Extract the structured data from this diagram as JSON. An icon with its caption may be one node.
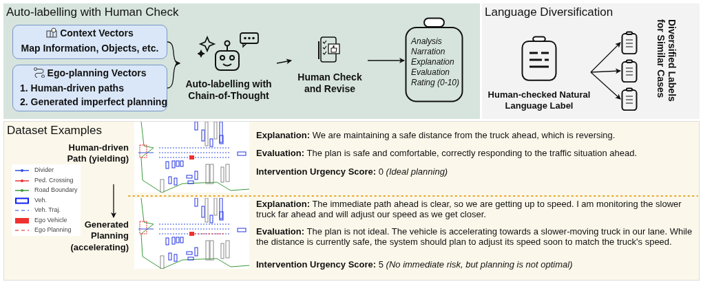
{
  "diagram": {
    "nodes": [
      {
        "text": [
          "Auto-labelling with Human Check"
        ]
      },
      {
        "text": [
          "Context Vectors",
          "Map Information, Objects, etc."
        ],
        "in": 0
      },
      {
        "text": [
          "Ego-planning Vectors",
          "1. Human-driven paths",
          "2. Generated imperfect planning"
        ],
        "in": 0
      },
      {
        "text": [
          "Auto-labelling with Chain-of-Thought"
        ],
        "in": 0
      },
      {
        "text": [
          "Human Check and Revise"
        ],
        "in": 0
      },
      {
        "text": [
          "Analysis",
          "Narration",
          "Explanation",
          "Evaluation",
          "Rating (0-10)"
        ],
        "in": 0
      },
      {
        "text": [
          "Language Diversification"
        ]
      },
      {
        "text": [
          "Human-checked Natural Language Label"
        ],
        "in": 6
      },
      {
        "text": [],
        "shape": "clipboard",
        "in": 6
      },
      {
        "text": [],
        "shape": "clipboard",
        "in": 6
      },
      {
        "text": [],
        "shape": "clipboard",
        "in": 6
      },
      {
        "text": [
          "Dataset Examples"
        ]
      },
      {
        "text": [
          "Human-driven Path (yielding)"
        ],
        "in": 11
      },
      {
        "text": [
          "Generated Planning (accelerating)"
        ],
        "in": 11
      }
    ],
    "edges": [
      {
        "from": 1,
        "to": 3,
        "arrow": "to"
      },
      {
        "from": 2,
        "to": 3,
        "arrow": "to"
      },
      {
        "from": 3,
        "to": 4,
        "arrow": "to"
      },
      {
        "from": 4,
        "to": 5,
        "arrow": "to"
      },
      {
        "from": 7,
        "to": 8,
        "arrow": "to"
      },
      {
        "from": 7,
        "to": 9,
        "arrow": "to"
      },
      {
        "from": 7,
        "to": 10,
        "arrow": "to"
      },
      {
        "from": 12,
        "to": 13,
        "arrow": "to"
      }
    ],
    "labels": [
      "Diversified Labels for Similar Cases",
      "**Explanation:** We are maintaining a safe distance from the truck ahead, which is reversing.",
      "**Evaluation:** The plan is safe and comfortable, correctly responding to the traffic situation ahead.",
      "**Intervention Urgency Score:** 0 *(Ideal planning)*",
      "**Explanation:** The immediate path ahead is clear, so we are getting up to speed. I am monitoring the slower truck far ahead and will adjust our speed as we get closer.",
      "**Evaluation:** The plan is not ideal. The vehicle is accelerating towards a slower-moving truck in our lane. While the distance is currently safe, the system should plan to adjust its speed soon to match the truck's speed.",
      "**Intervention Urgency Score:** 5 *(No immediate risk, but planning is not optimal)*"
    ],
    "legend": [
      {
        "text": "Divider"
      },
      {
        "text": "Ped. Crossing"
      },
      {
        "text": "Road Boundary"
      },
      {
        "text": "Veh."
      },
      {
        "text": "Veh. Traj."
      },
      {
        "text": "Ego Vehicle"
      },
      {
        "text": "Ego Planning"
      }
    ]
  }
}
